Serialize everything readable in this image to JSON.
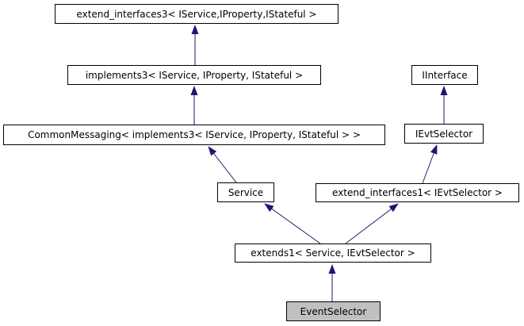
{
  "diagram": {
    "type": "class-inheritance-graph",
    "colors": {
      "background": "#ffffff",
      "node_fill": "#ffffff",
      "node_border": "#000000",
      "focus_node_fill": "#c0c0c0",
      "arrow": "#191970"
    },
    "nodes": [
      {
        "id": "extend_interfaces3",
        "label": "extend_interfaces3< IService,IProperty,IStateful >"
      },
      {
        "id": "implements3",
        "label": "implements3< IService, IProperty, IStateful >"
      },
      {
        "id": "CommonMessaging",
        "label": "CommonMessaging< implements3< IService, IProperty, IStateful > >"
      },
      {
        "id": "IInterface",
        "label": "IInterface"
      },
      {
        "id": "IEvtSelector",
        "label": "IEvtSelector"
      },
      {
        "id": "Service",
        "label": "Service"
      },
      {
        "id": "extend_interfaces1",
        "label": "extend_interfaces1< IEvtSelector >"
      },
      {
        "id": "extends1",
        "label": "extends1< Service, IEvtSelector >"
      },
      {
        "id": "EventSelector",
        "label": "EventSelector",
        "focus": true
      }
    ],
    "edges": [
      {
        "from": "implements3",
        "to": "extend_interfaces3"
      },
      {
        "from": "CommonMessaging",
        "to": "implements3"
      },
      {
        "from": "Service",
        "to": "CommonMessaging"
      },
      {
        "from": "IEvtSelector",
        "to": "IInterface"
      },
      {
        "from": "extend_interfaces1",
        "to": "IEvtSelector"
      },
      {
        "from": "extends1",
        "to": "Service"
      },
      {
        "from": "extends1",
        "to": "extend_interfaces1"
      },
      {
        "from": "EventSelector",
        "to": "extends1"
      }
    ]
  }
}
